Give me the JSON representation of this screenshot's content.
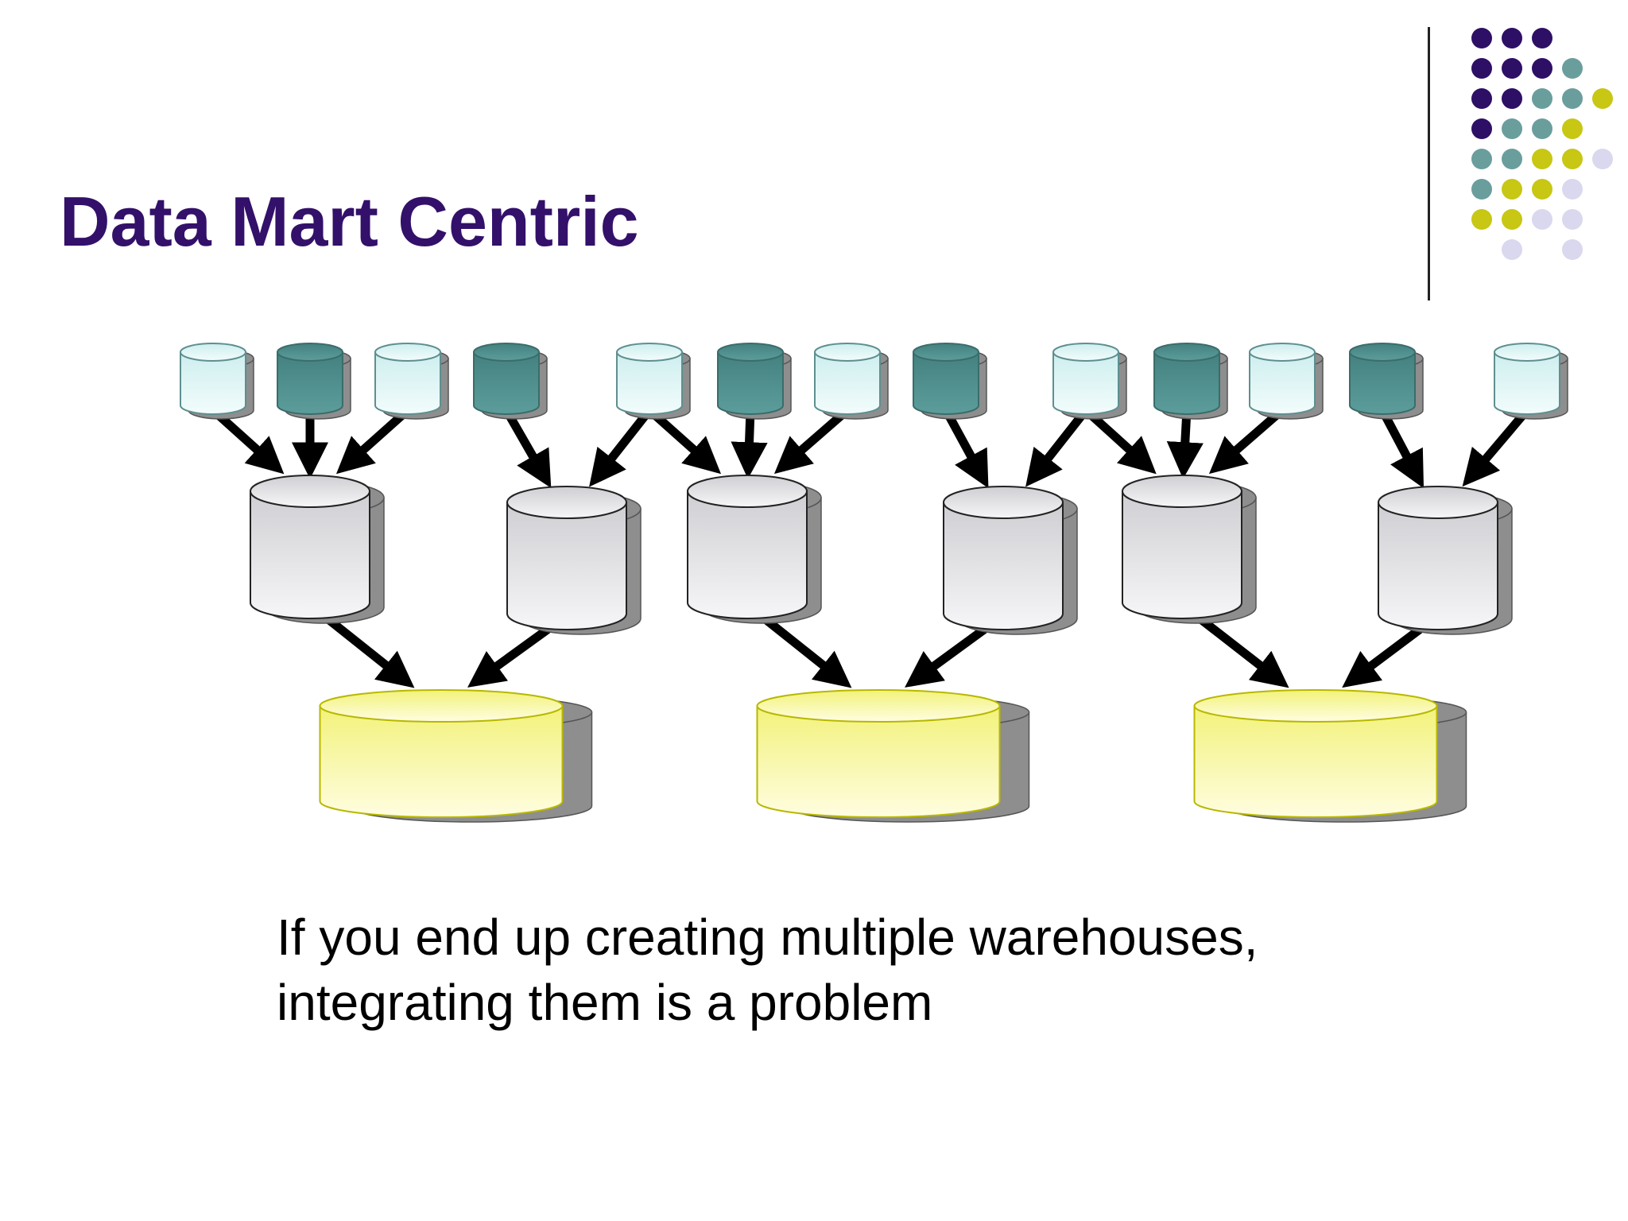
{
  "slide": {
    "title": "Data Mart Centric",
    "caption_lines": [
      "If you end up creating multiple warehouses,",
      "integrating them is a problem"
    ]
  },
  "colors": {
    "title": "#33106a",
    "dot_purple": "#2e0f66",
    "dot_teal": "#6a9e9d",
    "dot_olive": "#c7c714",
    "dot_lavender": "#d9d8ee",
    "source_light": "#d6f1f2",
    "source_dark": "#4f8f8d",
    "mart_fill": "#e2e2e6",
    "warehouse_fill": "#f7f79a",
    "shadow": "#8e8e8e",
    "arrow": "#000000"
  },
  "decor": {
    "dot_grid": [
      [
        "purple",
        "purple",
        "purple",
        "",
        "",
        ""
      ],
      [
        "purple",
        "purple",
        "purple",
        "teal",
        "",
        ""
      ],
      [
        "purple",
        "purple",
        "teal",
        "teal",
        "olive",
        ""
      ],
      [
        "purple",
        "teal",
        "teal",
        "olive",
        "",
        ""
      ],
      [
        "teal",
        "teal",
        "olive",
        "olive",
        "lavender",
        ""
      ],
      [
        "teal",
        "olive",
        "olive",
        "lavender",
        "",
        ""
      ],
      [
        "olive",
        "olive",
        "lavender",
        "lavender",
        "",
        ""
      ],
      [
        "",
        "lavender",
        "",
        "lavender",
        "",
        ""
      ]
    ]
  },
  "diagram": {
    "sources": [
      {
        "id": 0,
        "shade": "light"
      },
      {
        "id": 1,
        "shade": "dark"
      },
      {
        "id": 2,
        "shade": "light"
      },
      {
        "id": 3,
        "shade": "dark"
      },
      {
        "id": 4,
        "shade": "light"
      },
      {
        "id": 5,
        "shade": "dark"
      },
      {
        "id": 6,
        "shade": "light"
      },
      {
        "id": 7,
        "shade": "dark"
      },
      {
        "id": 8,
        "shade": "light"
      },
      {
        "id": 9,
        "shade": "dark"
      },
      {
        "id": 10,
        "shade": "light"
      },
      {
        "id": 11,
        "shade": "dark"
      },
      {
        "id": 12,
        "shade": "light"
      }
    ],
    "data_marts": [
      0,
      1,
      2,
      3,
      4,
      5
    ],
    "warehouses": [
      0,
      1,
      2
    ],
    "source_to_mart": [
      [
        0,
        0
      ],
      [
        1,
        0
      ],
      [
        2,
        0
      ],
      [
        3,
        1
      ],
      [
        4,
        1
      ],
      [
        4,
        2
      ],
      [
        5,
        2
      ],
      [
        6,
        2
      ],
      [
        7,
        3
      ],
      [
        8,
        3
      ],
      [
        8,
        4
      ],
      [
        9,
        4
      ],
      [
        10,
        4
      ],
      [
        11,
        5
      ],
      [
        12,
        5
      ]
    ],
    "mart_to_warehouse": [
      [
        0,
        0
      ],
      [
        1,
        0
      ],
      [
        2,
        1
      ],
      [
        3,
        1
      ],
      [
        4,
        2
      ],
      [
        5,
        2
      ]
    ]
  }
}
